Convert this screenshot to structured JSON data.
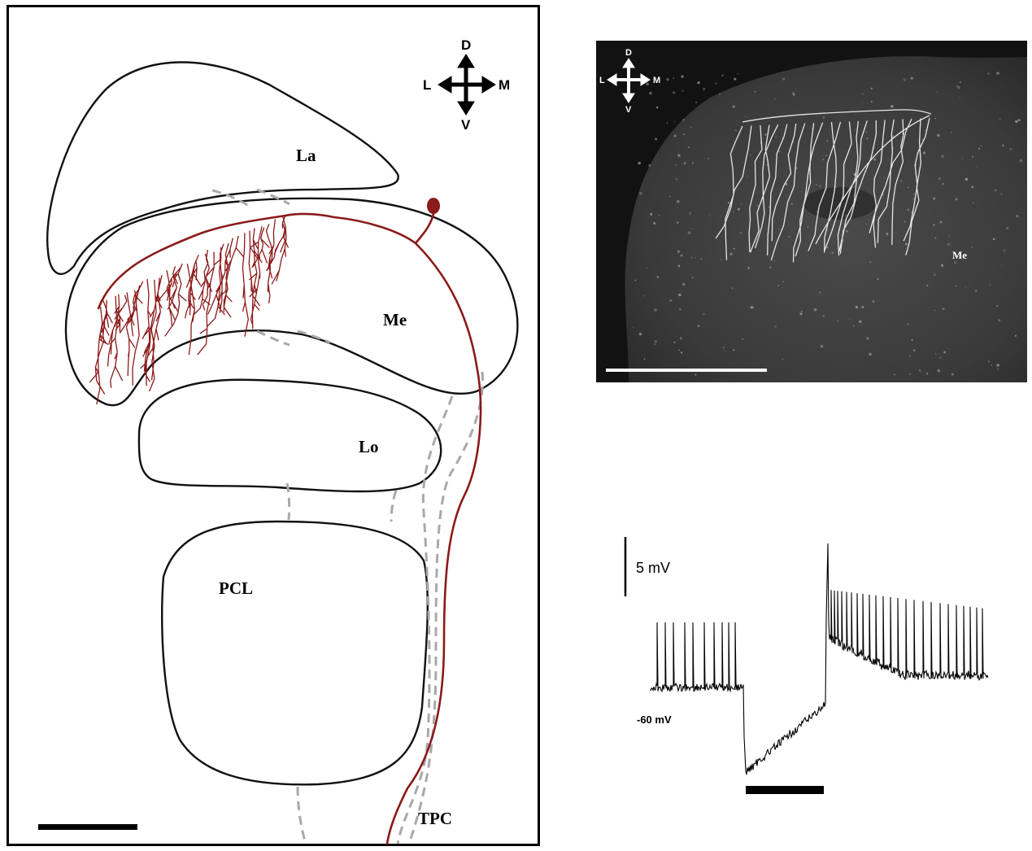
{
  "panel_a": {
    "regions": {
      "la": "La",
      "me": "Me",
      "lo": "Lo",
      "pcl": "PCL",
      "tpc": "TPC"
    },
    "compass": {
      "dorsal": "D",
      "ventral": "V",
      "lateral": "L",
      "medial": "M"
    },
    "neuron_color": "#8b1a1a"
  },
  "panel_b": {
    "region": "Me",
    "compass": {
      "dorsal": "D",
      "ventral": "V",
      "lateral": "L",
      "medial": "M"
    }
  },
  "panel_c": {
    "scale_label": "5 mV",
    "baseline_label": "-60 mV"
  }
}
